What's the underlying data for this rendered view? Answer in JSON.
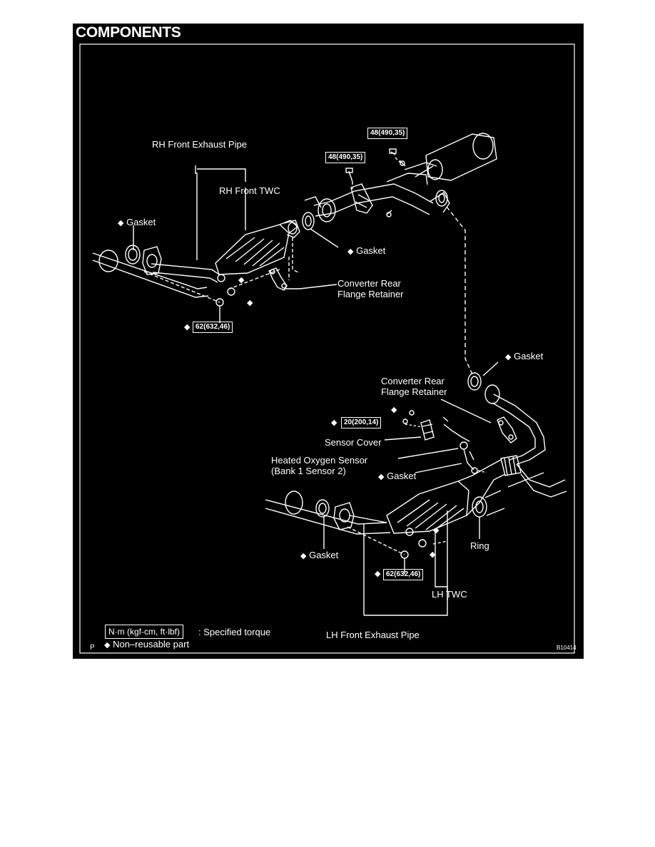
{
  "title": "COMPONENTS",
  "labels": {
    "rh_front_exhaust_pipe": "RH Front Exhaust Pipe",
    "rh_front_twc": "RH Front TWC",
    "gasket": "Gasket",
    "converter_rear": "Converter Rear",
    "flange_retainer": "Flange Retainer",
    "sensor_cover": "Sensor Cover",
    "heated_oxygen_sensor": "Heated Oxygen Sensor",
    "bank_sensor": "(Bank 1 Sensor 2)",
    "ring": "Ring",
    "lh_twc": "LH TWC",
    "lh_front_exhaust_pipe": "LH Front Exhaust Pipe"
  },
  "torques": {
    "t48": "48(490,35)",
    "t62": "62(632,46)",
    "t20": "20(200,14)"
  },
  "legend": {
    "torque_units": "N·m (kgf-cm, ft·lbf)",
    "torque_desc": ": Specified torque",
    "nonreusable_symbol": "◆",
    "nonreusable_desc": "Non–reusable part",
    "corner_left": "P",
    "corner_right": "B10414"
  },
  "diamond": "◆"
}
